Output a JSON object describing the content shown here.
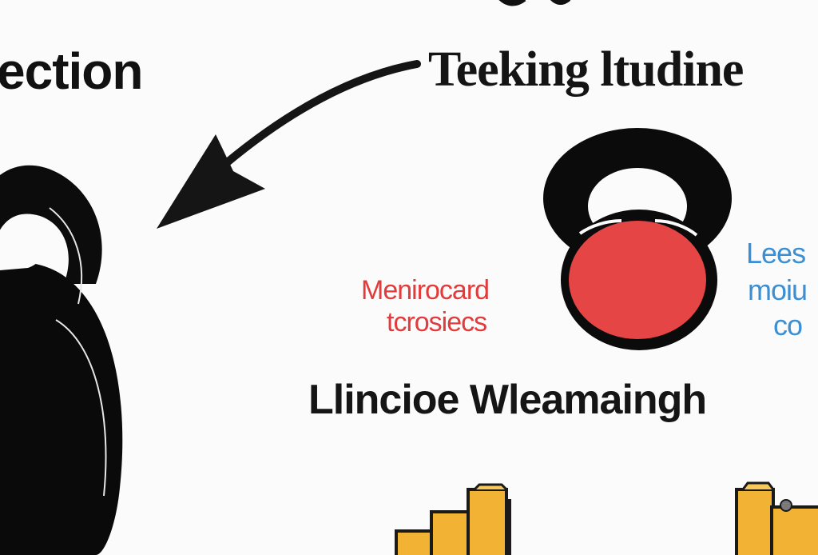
{
  "headings": {
    "left": "ection",
    "right": "Teeking ltudine",
    "bottom": "Llincioe Wleamaingh"
  },
  "labels": {
    "red_line_1": "Menirocard",
    "red_line_2": "tcrosiecs",
    "blue_line_1": "Lees",
    "blue_line_2": "moiu",
    "blue_line_3": "co"
  },
  "icons": {
    "arrow": "arrow-icon",
    "kettlebell_large": "kettlebell-icon",
    "kettlebell_small": "kettlebell-icon",
    "bar_chart_left": "bar-chart-icon",
    "bar_chart_right": "bar-chart-icon"
  },
  "colors": {
    "ink": "#111111",
    "red": "#e23b3b",
    "blue": "#3c8fd2",
    "gold": "#f2b233"
  }
}
